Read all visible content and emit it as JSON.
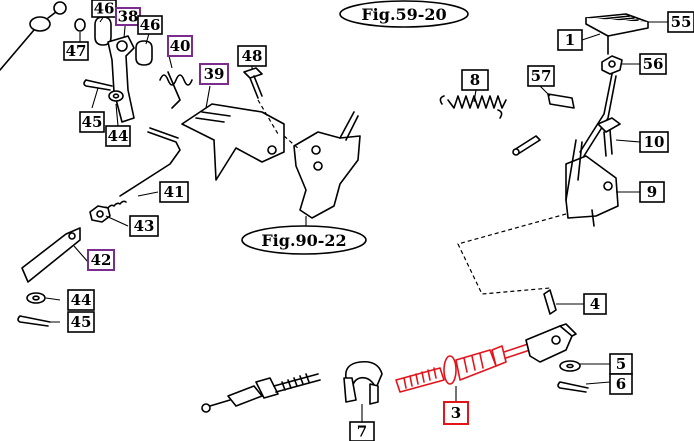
{
  "colors": {
    "callout_box": "#000000",
    "highlight_box": "#7b2d8e",
    "selected_part": "#e4141b",
    "drawing": "#000000",
    "background": "#ffffff"
  },
  "figure_refs": [
    {
      "id": "fig-ref-top",
      "text": "Fig.59-20"
    },
    {
      "id": "fig-ref-mid",
      "text": "Fig.90-22"
    }
  ],
  "callouts": [
    {
      "id": "c46a",
      "text": "46",
      "style": "black"
    },
    {
      "id": "c38",
      "text": "38",
      "style": "purple"
    },
    {
      "id": "c46b",
      "text": "46",
      "style": "black"
    },
    {
      "id": "c47",
      "text": "47",
      "style": "black"
    },
    {
      "id": "c40",
      "text": "40",
      "style": "purple"
    },
    {
      "id": "c48",
      "text": "48",
      "style": "black"
    },
    {
      "id": "c39",
      "text": "39",
      "style": "purple"
    },
    {
      "id": "c45a",
      "text": "45",
      "style": "black"
    },
    {
      "id": "c44a",
      "text": "44",
      "style": "black"
    },
    {
      "id": "c41",
      "text": "41",
      "style": "black"
    },
    {
      "id": "c43",
      "text": "43",
      "style": "black"
    },
    {
      "id": "c42",
      "text": "42",
      "style": "purple"
    },
    {
      "id": "c44b",
      "text": "44",
      "style": "black"
    },
    {
      "id": "c45b",
      "text": "45",
      "style": "black"
    },
    {
      "id": "c55",
      "text": "55",
      "style": "black"
    },
    {
      "id": "c1",
      "text": "1",
      "style": "black"
    },
    {
      "id": "c56",
      "text": "56",
      "style": "black"
    },
    {
      "id": "c8",
      "text": "8",
      "style": "black"
    },
    {
      "id": "c57",
      "text": "57",
      "style": "black"
    },
    {
      "id": "c10",
      "text": "10",
      "style": "black"
    },
    {
      "id": "c9",
      "text": "9",
      "style": "black"
    },
    {
      "id": "c4",
      "text": "4",
      "style": "black"
    },
    {
      "id": "c5",
      "text": "5",
      "style": "black"
    },
    {
      "id": "c6",
      "text": "6",
      "style": "black"
    },
    {
      "id": "c3",
      "text": "3",
      "style": "red"
    },
    {
      "id": "c7",
      "text": "7",
      "style": "black"
    }
  ]
}
